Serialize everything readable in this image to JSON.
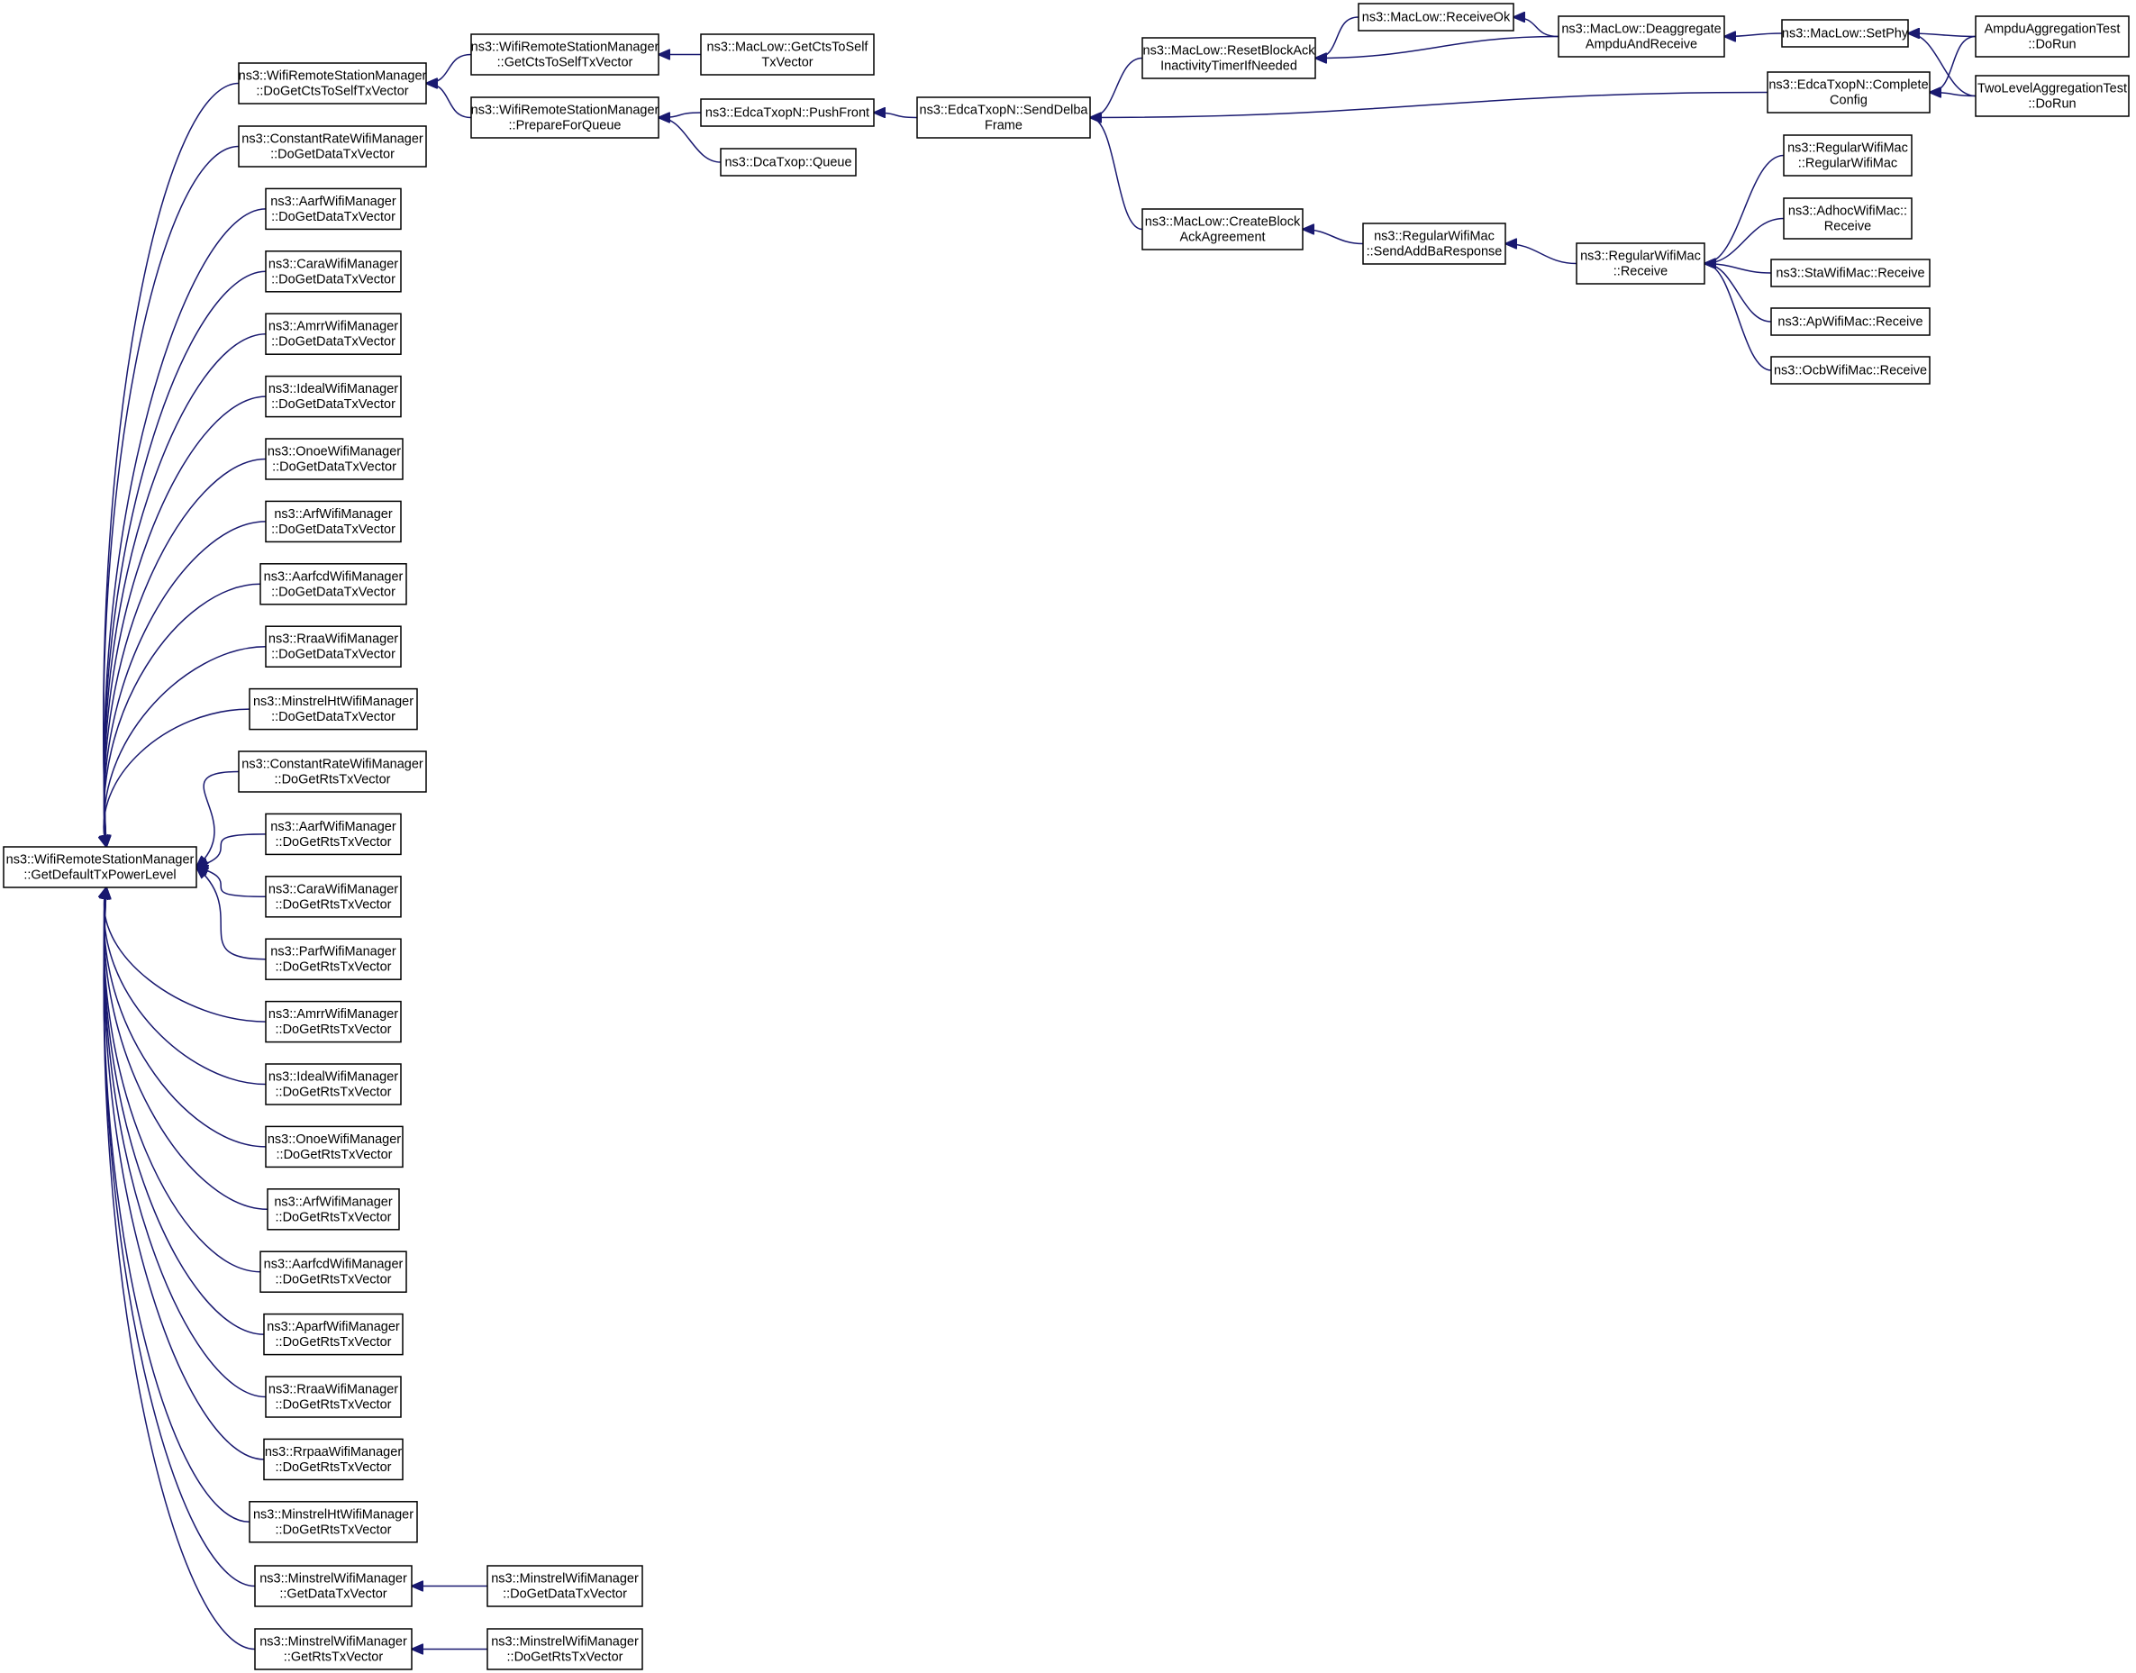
{
  "colors": {
    "edge": "#191970",
    "node_border": "#000000",
    "root_fill": "#bfbfbf",
    "highlight_border": "#ff0000",
    "background": "#ffffff"
  },
  "nodes": [
    {
      "id": "root",
      "lines": [
        "ns3::WifiRemoteStationManager",
        "::GetDefaultTxPowerLevel"
      ],
      "root": true
    },
    {
      "id": "c1",
      "lines": [
        "ns3::WifiRemoteStationManager",
        "::DoGetCtsToSelfTxVector"
      ]
    },
    {
      "id": "c2",
      "lines": [
        "ns3::ConstantRateWifiManager",
        "::DoGetDataTxVector"
      ]
    },
    {
      "id": "c3",
      "lines": [
        "ns3::AarfWifiManager",
        "::DoGetDataTxVector"
      ]
    },
    {
      "id": "c4",
      "lines": [
        "ns3::CaraWifiManager",
        "::DoGetDataTxVector"
      ]
    },
    {
      "id": "c5",
      "lines": [
        "ns3::AmrrWifiManager",
        "::DoGetDataTxVector"
      ]
    },
    {
      "id": "c6",
      "lines": [
        "ns3::IdealWifiManager",
        "::DoGetDataTxVector"
      ]
    },
    {
      "id": "c7",
      "lines": [
        "ns3::OnoeWifiManager",
        "::DoGetDataTxVector"
      ]
    },
    {
      "id": "c8",
      "lines": [
        "ns3::ArfWifiManager",
        "::DoGetDataTxVector"
      ]
    },
    {
      "id": "c9",
      "lines": [
        "ns3::AarfcdWifiManager",
        "::DoGetDataTxVector"
      ]
    },
    {
      "id": "c10",
      "lines": [
        "ns3::RraaWifiManager",
        "::DoGetDataTxVector"
      ]
    },
    {
      "id": "c11",
      "lines": [
        "ns3::MinstrelHtWifiManager",
        "::DoGetDataTxVector"
      ]
    },
    {
      "id": "c12",
      "lines": [
        "ns3::ConstantRateWifiManager",
        "::DoGetRtsTxVector"
      ]
    },
    {
      "id": "c13",
      "lines": [
        "ns3::AarfWifiManager",
        "::DoGetRtsTxVector"
      ]
    },
    {
      "id": "c14",
      "lines": [
        "ns3::CaraWifiManager",
        "::DoGetRtsTxVector"
      ]
    },
    {
      "id": "c15",
      "lines": [
        "ns3::ParfWifiManager",
        "::DoGetRtsTxVector"
      ]
    },
    {
      "id": "c16",
      "lines": [
        "ns3::AmrrWifiManager",
        "::DoGetRtsTxVector"
      ]
    },
    {
      "id": "c17",
      "lines": [
        "ns3::IdealWifiManager",
        "::DoGetRtsTxVector"
      ]
    },
    {
      "id": "c18",
      "lines": [
        "ns3::OnoeWifiManager",
        "::DoGetRtsTxVector"
      ]
    },
    {
      "id": "c19",
      "lines": [
        "ns3::ArfWifiManager",
        "::DoGetRtsTxVector"
      ]
    },
    {
      "id": "c20",
      "lines": [
        "ns3::AarfcdWifiManager",
        "::DoGetRtsTxVector"
      ]
    },
    {
      "id": "c21",
      "lines": [
        "ns3::AparfWifiManager",
        "::DoGetRtsTxVector"
      ]
    },
    {
      "id": "c22",
      "lines": [
        "ns3::RraaWifiManager",
        "::DoGetRtsTxVector"
      ]
    },
    {
      "id": "c23",
      "lines": [
        "ns3::RrpaaWifiManager",
        "::DoGetRtsTxVector"
      ]
    },
    {
      "id": "c24",
      "lines": [
        "ns3::MinstrelHtWifiManager",
        "::DoGetRtsTxVector"
      ]
    },
    {
      "id": "c25",
      "lines": [
        "ns3::MinstrelWifiManager",
        "::GetDataTxVector"
      ]
    },
    {
      "id": "c26",
      "lines": [
        "ns3::MinstrelWifiManager",
        "::GetRtsTxVector"
      ]
    },
    {
      "id": "d1",
      "lines": [
        "ns3::WifiRemoteStationManager",
        "::GetCtsToSelfTxVector"
      ]
    },
    {
      "id": "d2",
      "lines": [
        "ns3::WifiRemoteStationManager",
        "::PrepareForQueue"
      ]
    },
    {
      "id": "d3",
      "lines": [
        "ns3::MinstrelWifiManager",
        "::DoGetDataTxVector"
      ]
    },
    {
      "id": "d4",
      "lines": [
        "ns3::MinstrelWifiManager",
        "::DoGetRtsTxVector"
      ]
    },
    {
      "id": "e1",
      "lines": [
        "ns3::MacLow::GetCtsToSelf",
        "TxVector"
      ]
    },
    {
      "id": "e2",
      "lines": [
        "ns3::EdcaTxopN::PushFront"
      ]
    },
    {
      "id": "e3",
      "lines": [
        "ns3::DcaTxop::Queue"
      ]
    },
    {
      "id": "f1",
      "lines": [
        "ns3::EdcaTxopN::SendDelba",
        "Frame"
      ]
    },
    {
      "id": "g1",
      "lines": [
        "ns3::MacLow::ResetBlockAck",
        "InactivityTimerIfNeeded"
      ]
    },
    {
      "id": "g2",
      "lines": [
        "ns3::MacLow::CreateBlock",
        "AckAgreement"
      ]
    },
    {
      "id": "h1",
      "lines": [
        "ns3::MacLow::ReceiveOk"
      ]
    },
    {
      "id": "h2",
      "lines": [
        "ns3::RegularWifiMac",
        "::SendAddBaResponse"
      ]
    },
    {
      "id": "i1",
      "lines": [
        "ns3::MacLow::Deaggregate",
        "AmpduAndReceive"
      ]
    },
    {
      "id": "i2",
      "lines": [
        "ns3::RegularWifiMac",
        "::Receive"
      ]
    },
    {
      "id": "j1",
      "lines": [
        "ns3::MacLow::SetPhy"
      ],
      "highlight": true
    },
    {
      "id": "j2",
      "lines": [
        "ns3::EdcaTxopN::Complete",
        "Config"
      ]
    },
    {
      "id": "j3",
      "lines": [
        "ns3::RegularWifiMac",
        "::RegularWifiMac"
      ]
    },
    {
      "id": "j4",
      "lines": [
        "ns3::AdhocWifiMac::",
        "Receive"
      ]
    },
    {
      "id": "j5",
      "lines": [
        "ns3::StaWifiMac::Receive"
      ]
    },
    {
      "id": "j6",
      "lines": [
        "ns3::ApWifiMac::Receive"
      ]
    },
    {
      "id": "j7",
      "lines": [
        "ns3::OcbWifiMac::Receive"
      ]
    },
    {
      "id": "k1",
      "lines": [
        "AmpduAggregationTest",
        "::DoRun"
      ]
    },
    {
      "id": "k2",
      "lines": [
        "TwoLevelAggregationTest",
        "::DoRun"
      ]
    }
  ],
  "edges": [
    [
      "c1",
      "root"
    ],
    [
      "c2",
      "root"
    ],
    [
      "c3",
      "root"
    ],
    [
      "c4",
      "root"
    ],
    [
      "c5",
      "root"
    ],
    [
      "c6",
      "root"
    ],
    [
      "c7",
      "root"
    ],
    [
      "c8",
      "root"
    ],
    [
      "c9",
      "root"
    ],
    [
      "c10",
      "root"
    ],
    [
      "c11",
      "root"
    ],
    [
      "c12",
      "root"
    ],
    [
      "c13",
      "root"
    ],
    [
      "c14",
      "root"
    ],
    [
      "c15",
      "root"
    ],
    [
      "c16",
      "root"
    ],
    [
      "c17",
      "root"
    ],
    [
      "c18",
      "root"
    ],
    [
      "c19",
      "root"
    ],
    [
      "c20",
      "root"
    ],
    [
      "c21",
      "root"
    ],
    [
      "c22",
      "root"
    ],
    [
      "c23",
      "root"
    ],
    [
      "c24",
      "root"
    ],
    [
      "c25",
      "root"
    ],
    [
      "c26",
      "root"
    ],
    [
      "d1",
      "c1"
    ],
    [
      "d2",
      "c1"
    ],
    [
      "d3",
      "c25"
    ],
    [
      "d4",
      "c26"
    ],
    [
      "e1",
      "d1"
    ],
    [
      "e2",
      "d2"
    ],
    [
      "e3",
      "d2"
    ],
    [
      "f1",
      "e2"
    ],
    [
      "g1",
      "f1"
    ],
    [
      "g2",
      "f1"
    ],
    [
      "j2",
      "f1"
    ],
    [
      "h1",
      "g1"
    ],
    [
      "i1",
      "g1"
    ],
    [
      "h2",
      "g2"
    ],
    [
      "i1",
      "h1"
    ],
    [
      "i2",
      "h2"
    ],
    [
      "j1",
      "i1"
    ],
    [
      "j3",
      "i2"
    ],
    [
      "j4",
      "i2"
    ],
    [
      "j5",
      "i2"
    ],
    [
      "j6",
      "i2"
    ],
    [
      "j7",
      "i2"
    ],
    [
      "k1",
      "j1"
    ],
    [
      "k2",
      "j1"
    ],
    [
      "k1",
      "j2"
    ],
    [
      "k2",
      "j2"
    ]
  ]
}
